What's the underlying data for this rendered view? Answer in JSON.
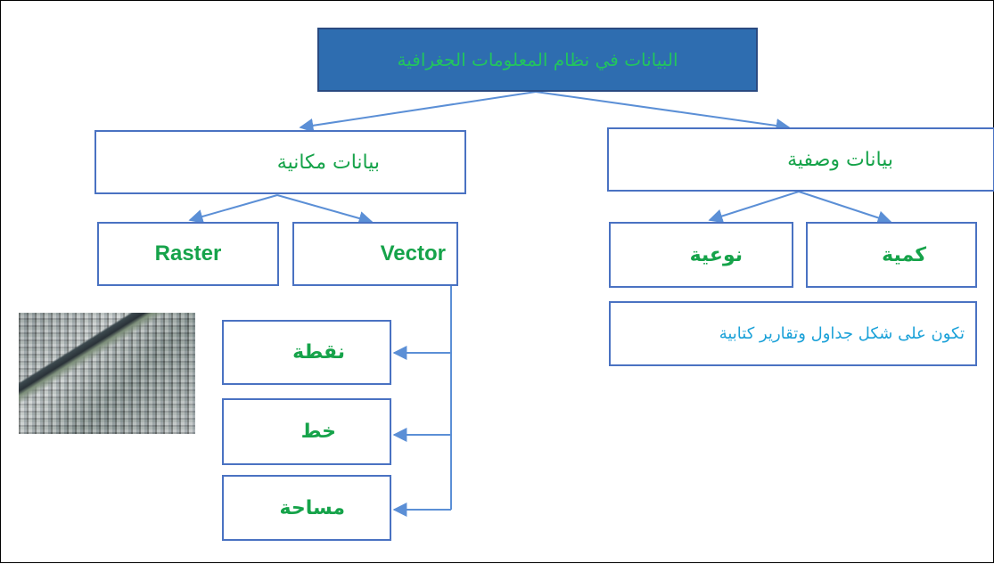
{
  "diagram": {
    "title": "البيانات  في نظام المعلومات الجغرافية",
    "left_branch": {
      "label": "بيانات مكانية",
      "children": [
        "Raster",
        "Vector"
      ],
      "vector_types": [
        "نقطة",
        "خط",
        "مساحة"
      ]
    },
    "right_branch": {
      "label": "بيانات وصفية",
      "children": [
        "نوعية",
        "كمية"
      ],
      "note": "تكون على شكل جداول وتقارير كتابية"
    }
  },
  "colors": {
    "title_fill": "#2e6db0",
    "box_border": "#4a72c2",
    "connector": "#5b8fd6",
    "label_green": "#16a34a",
    "note_cyan": "#1ba1d8"
  },
  "image": {
    "icon": "aerial-photo"
  }
}
